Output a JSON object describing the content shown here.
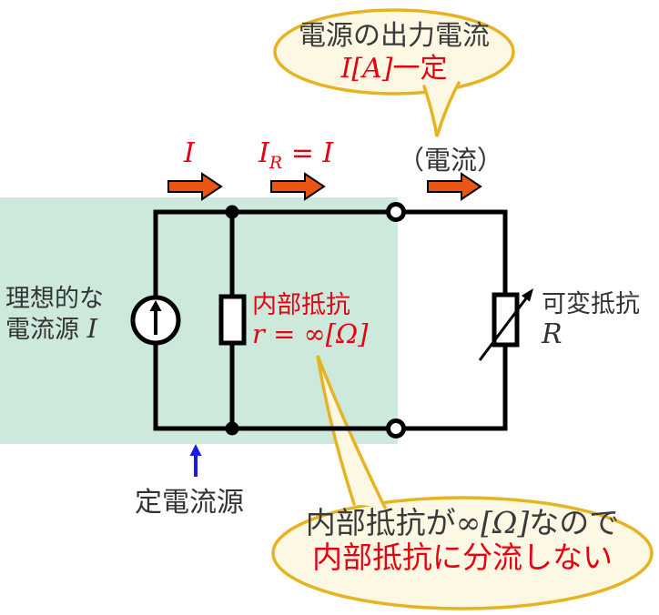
{
  "colors": {
    "region_teal": "#cce9dc",
    "bubble_fill": "#fdf8e3",
    "bubble_border": "#e6b422",
    "accent_red": "#e60012",
    "arrow_orange": "#ea5514",
    "pointer_blue": "#1a1ae8",
    "wire_black": "#000000",
    "text_dark": "#333333"
  },
  "top_bubble": {
    "line1": "電源の出力電流",
    "formula": "I[A]",
    "line2_text": "一定"
  },
  "current_labels": {
    "i": "I",
    "ir_lhs": "I",
    "ir_sub": "R",
    "ir_rhs": "= I",
    "denryu": "（電流）"
  },
  "source_label": {
    "line1": "理想的な",
    "line2": "電流源",
    "symbol": "I"
  },
  "internal_resistance": {
    "line1": "内部抵抗",
    "formula": "r = ∞[Ω]"
  },
  "variable_resistor": {
    "line1": "可変抵抗",
    "symbol": "R"
  },
  "constant_source_label": "定電流源",
  "bottom_bubble": {
    "line1_pre": "内部抵抗が",
    "line1_formula": "∞[Ω]",
    "line1_post": "なので",
    "line2": "内部抵抗に分流しない"
  }
}
